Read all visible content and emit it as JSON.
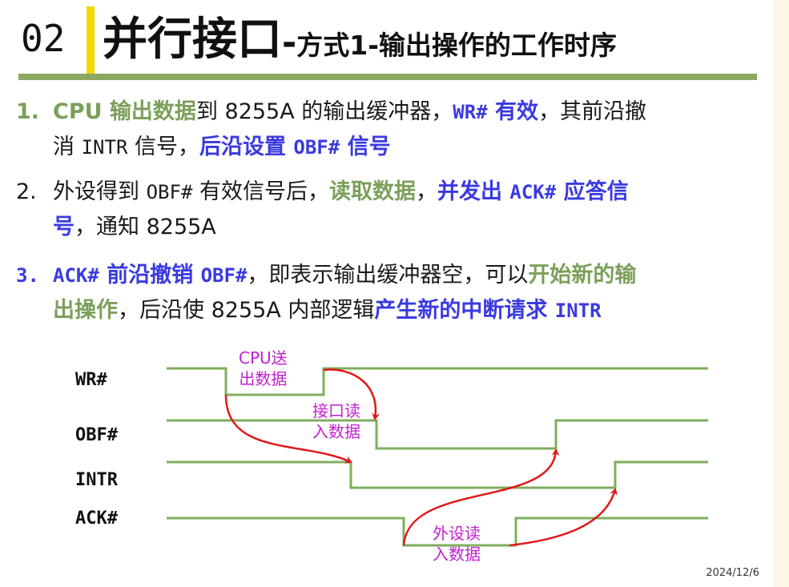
{
  "header": {
    "slide_number": "02",
    "title_main": "并行接口",
    "title_separator": "-",
    "title_sub": "方式1-输出操作的工作时序"
  },
  "items": [
    {
      "number": "1.",
      "parts": [
        {
          "text": "CPU 输出数据",
          "style": "g"
        },
        {
          "text": "到 8255A 的输出缓冲器，",
          "style": ""
        },
        {
          "text": "WR#",
          "style": "b mono"
        },
        {
          "text": " 有效",
          "style": "b"
        },
        {
          "text": "，其前沿撤",
          "style": ""
        }
      ],
      "line2": [
        {
          "text": "消 ",
          "style": ""
        },
        {
          "text": "INTR",
          "style": "mono"
        },
        {
          "text": " 信号，",
          "style": ""
        },
        {
          "text": "后沿设置 ",
          "style": "b"
        },
        {
          "text": "OBF#",
          "style": "b mono"
        },
        {
          "text": " 信号",
          "style": "b"
        }
      ]
    },
    {
      "number": "2.",
      "parts": [
        {
          "text": "外设得到 ",
          "style": ""
        },
        {
          "text": "OBF#",
          "style": "mono"
        },
        {
          "text": " 有效信号后，",
          "style": ""
        },
        {
          "text": "读取数据",
          "style": "g"
        },
        {
          "text": "，",
          "style": ""
        },
        {
          "text": "并发出 ",
          "style": "b"
        },
        {
          "text": "ACK#",
          "style": "b mono"
        },
        {
          "text": " 应答信",
          "style": "b"
        }
      ],
      "line2": [
        {
          "text": "号",
          "style": "b"
        },
        {
          "text": "，通知 8255A",
          "style": ""
        }
      ]
    },
    {
      "number": "3.",
      "parts": [
        {
          "text": "ACK#",
          "style": "b mono"
        },
        {
          "text": " 前沿撤销 ",
          "style": "b"
        },
        {
          "text": "OBF#",
          "style": "b mono"
        },
        {
          "text": "，即表示输出缓冲器空，可以",
          "style": ""
        },
        {
          "text": "开始新的输",
          "style": "g"
        }
      ],
      "line2": [
        {
          "text": "出操作",
          "style": "g"
        },
        {
          "text": "，后沿使 8255A 内部逻辑",
          "style": ""
        },
        {
          "text": "产生新的中断请求 ",
          "style": "b"
        },
        {
          "text": "INTR",
          "style": "b mono"
        }
      ]
    }
  ],
  "diagram": {
    "signals": [
      {
        "key": "wr",
        "label": "WR#"
      },
      {
        "key": "obf",
        "label": "OBF#"
      },
      {
        "key": "intr",
        "label": "INTR"
      },
      {
        "key": "ack",
        "label": "ACK#"
      }
    ],
    "notes": {
      "cpu_send": [
        "CPU送",
        "出数据"
      ],
      "interface_read": [
        "接口读",
        "入数据"
      ],
      "device_read": [
        "外设读",
        "入数据"
      ]
    }
  },
  "footer": {
    "date": "2024/12/6"
  },
  "colors": {
    "accent_green": "#7ba05a",
    "accent_blue": "#3a3ae0",
    "title_bar": "#f5d800",
    "rule": "#8aa860",
    "waveform": "#7fae5e",
    "arrow": "#e01818",
    "note": "#c020d0"
  }
}
